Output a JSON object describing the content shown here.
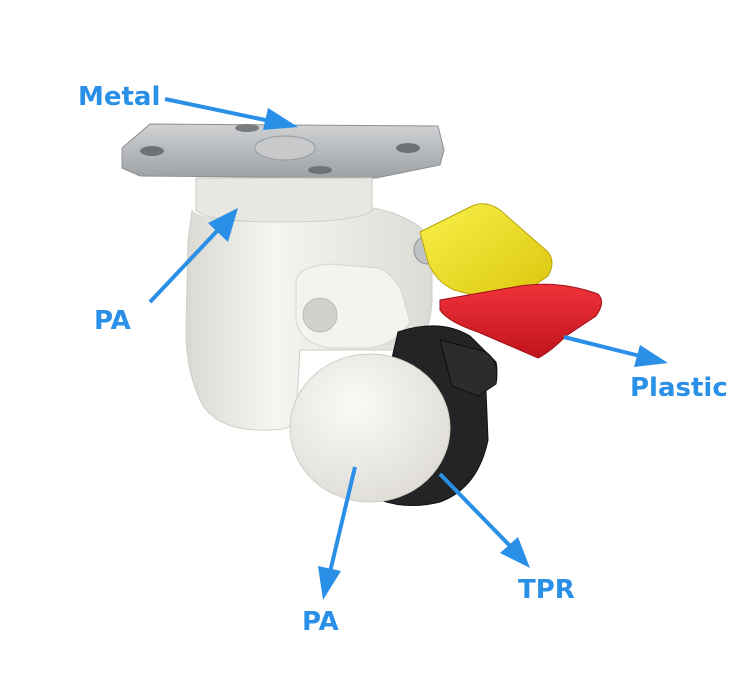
{
  "labels": {
    "metal": "Metal",
    "pa_top": "PA",
    "plastic": "Plastic",
    "tpr": "TPR",
    "pa_bottom": "PA"
  },
  "colors": {
    "label": "#2a8fe6",
    "arrow": "#2a8fe6",
    "metal_plate": "#b9bcbf",
    "white_body": "#f1f0ea",
    "tpr_black": "#1e1f20",
    "yellow_lever": "#f4e419",
    "red_pedal": "#e3202a"
  },
  "icons": [
    "caster-wheel-illustration",
    "arrow-icon"
  ]
}
